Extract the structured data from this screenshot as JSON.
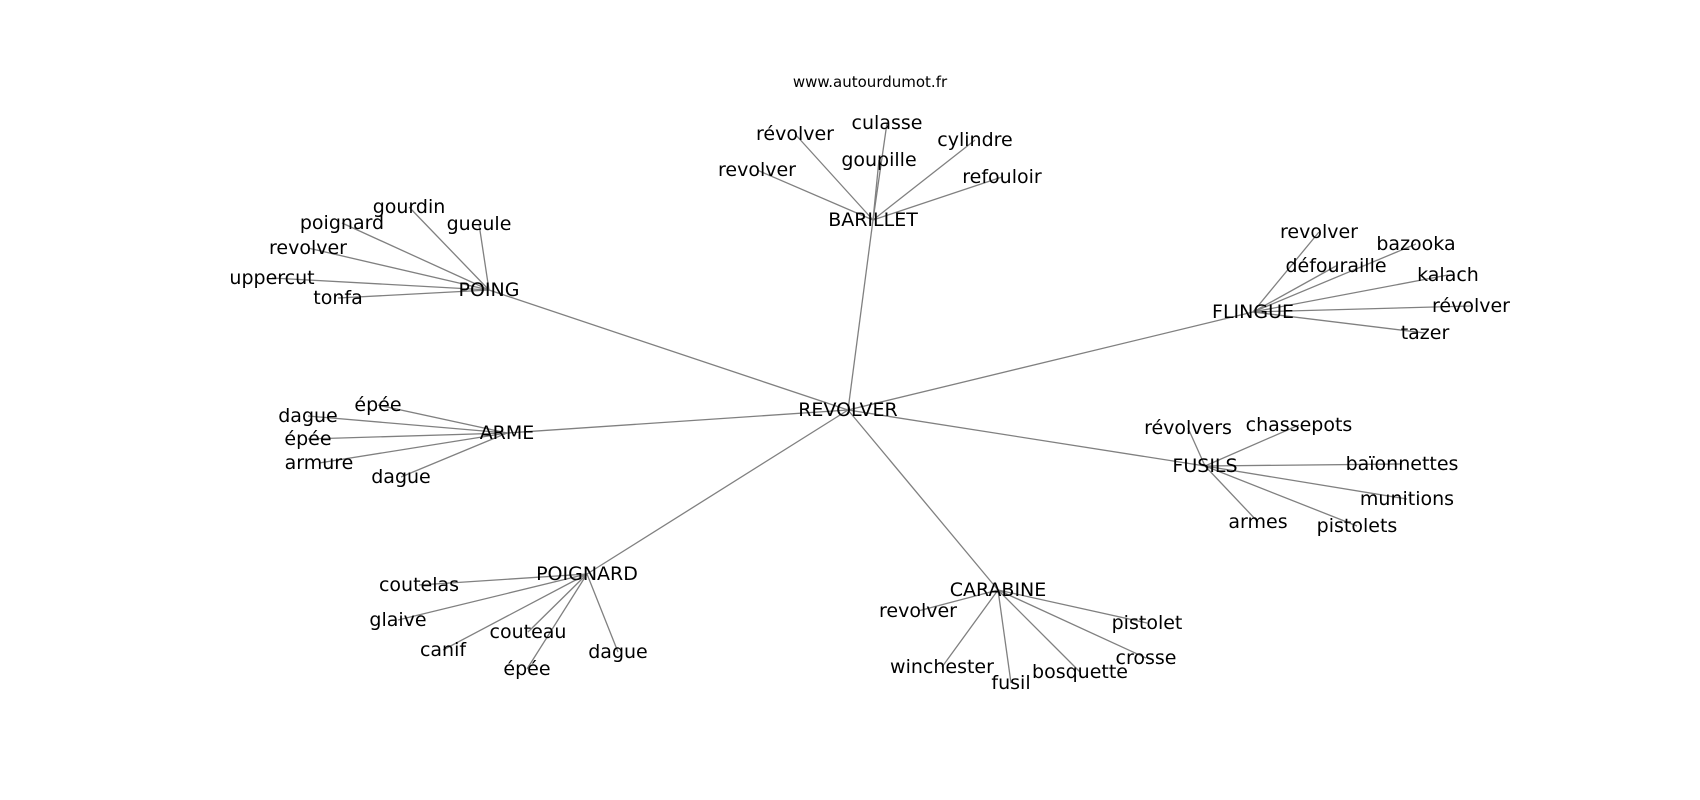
{
  "source": "www.autourdumot.fr",
  "center": "REVOLVER",
  "hubs": [
    {
      "key": "barillet",
      "label": "BARILLET",
      "leaves": [
        "révolver",
        "culasse",
        "cylindre",
        "revolver",
        "goupille",
        "refouloir"
      ]
    },
    {
      "key": "poing",
      "label": "POING",
      "leaves": [
        "gourdin",
        "poignard",
        "gueule",
        "revolver",
        "uppercut",
        "tonfa"
      ]
    },
    {
      "key": "flingue",
      "label": "FLINGUE",
      "leaves": [
        "revolver",
        "bazooka",
        "défouraille",
        "kalach",
        "révolver",
        "tazer"
      ]
    },
    {
      "key": "arme",
      "label": "ARME",
      "leaves": [
        "épée",
        "dague",
        "épée",
        "armure",
        "dague"
      ]
    },
    {
      "key": "fusils",
      "label": "FUSILS",
      "leaves": [
        "révolvers",
        "chassepots",
        "baïonnettes",
        "munitions",
        "armes",
        "pistolets"
      ]
    },
    {
      "key": "poignard",
      "label": "POIGNARD",
      "leaves": [
        "coutelas",
        "glaive",
        "couteau",
        "canif",
        "épée",
        "dague"
      ]
    },
    {
      "key": "carabine",
      "label": "CARABINE",
      "leaves": [
        "revolver",
        "pistolet",
        "crosse",
        "winchester",
        "fusil",
        "bosquette"
      ]
    }
  ]
}
